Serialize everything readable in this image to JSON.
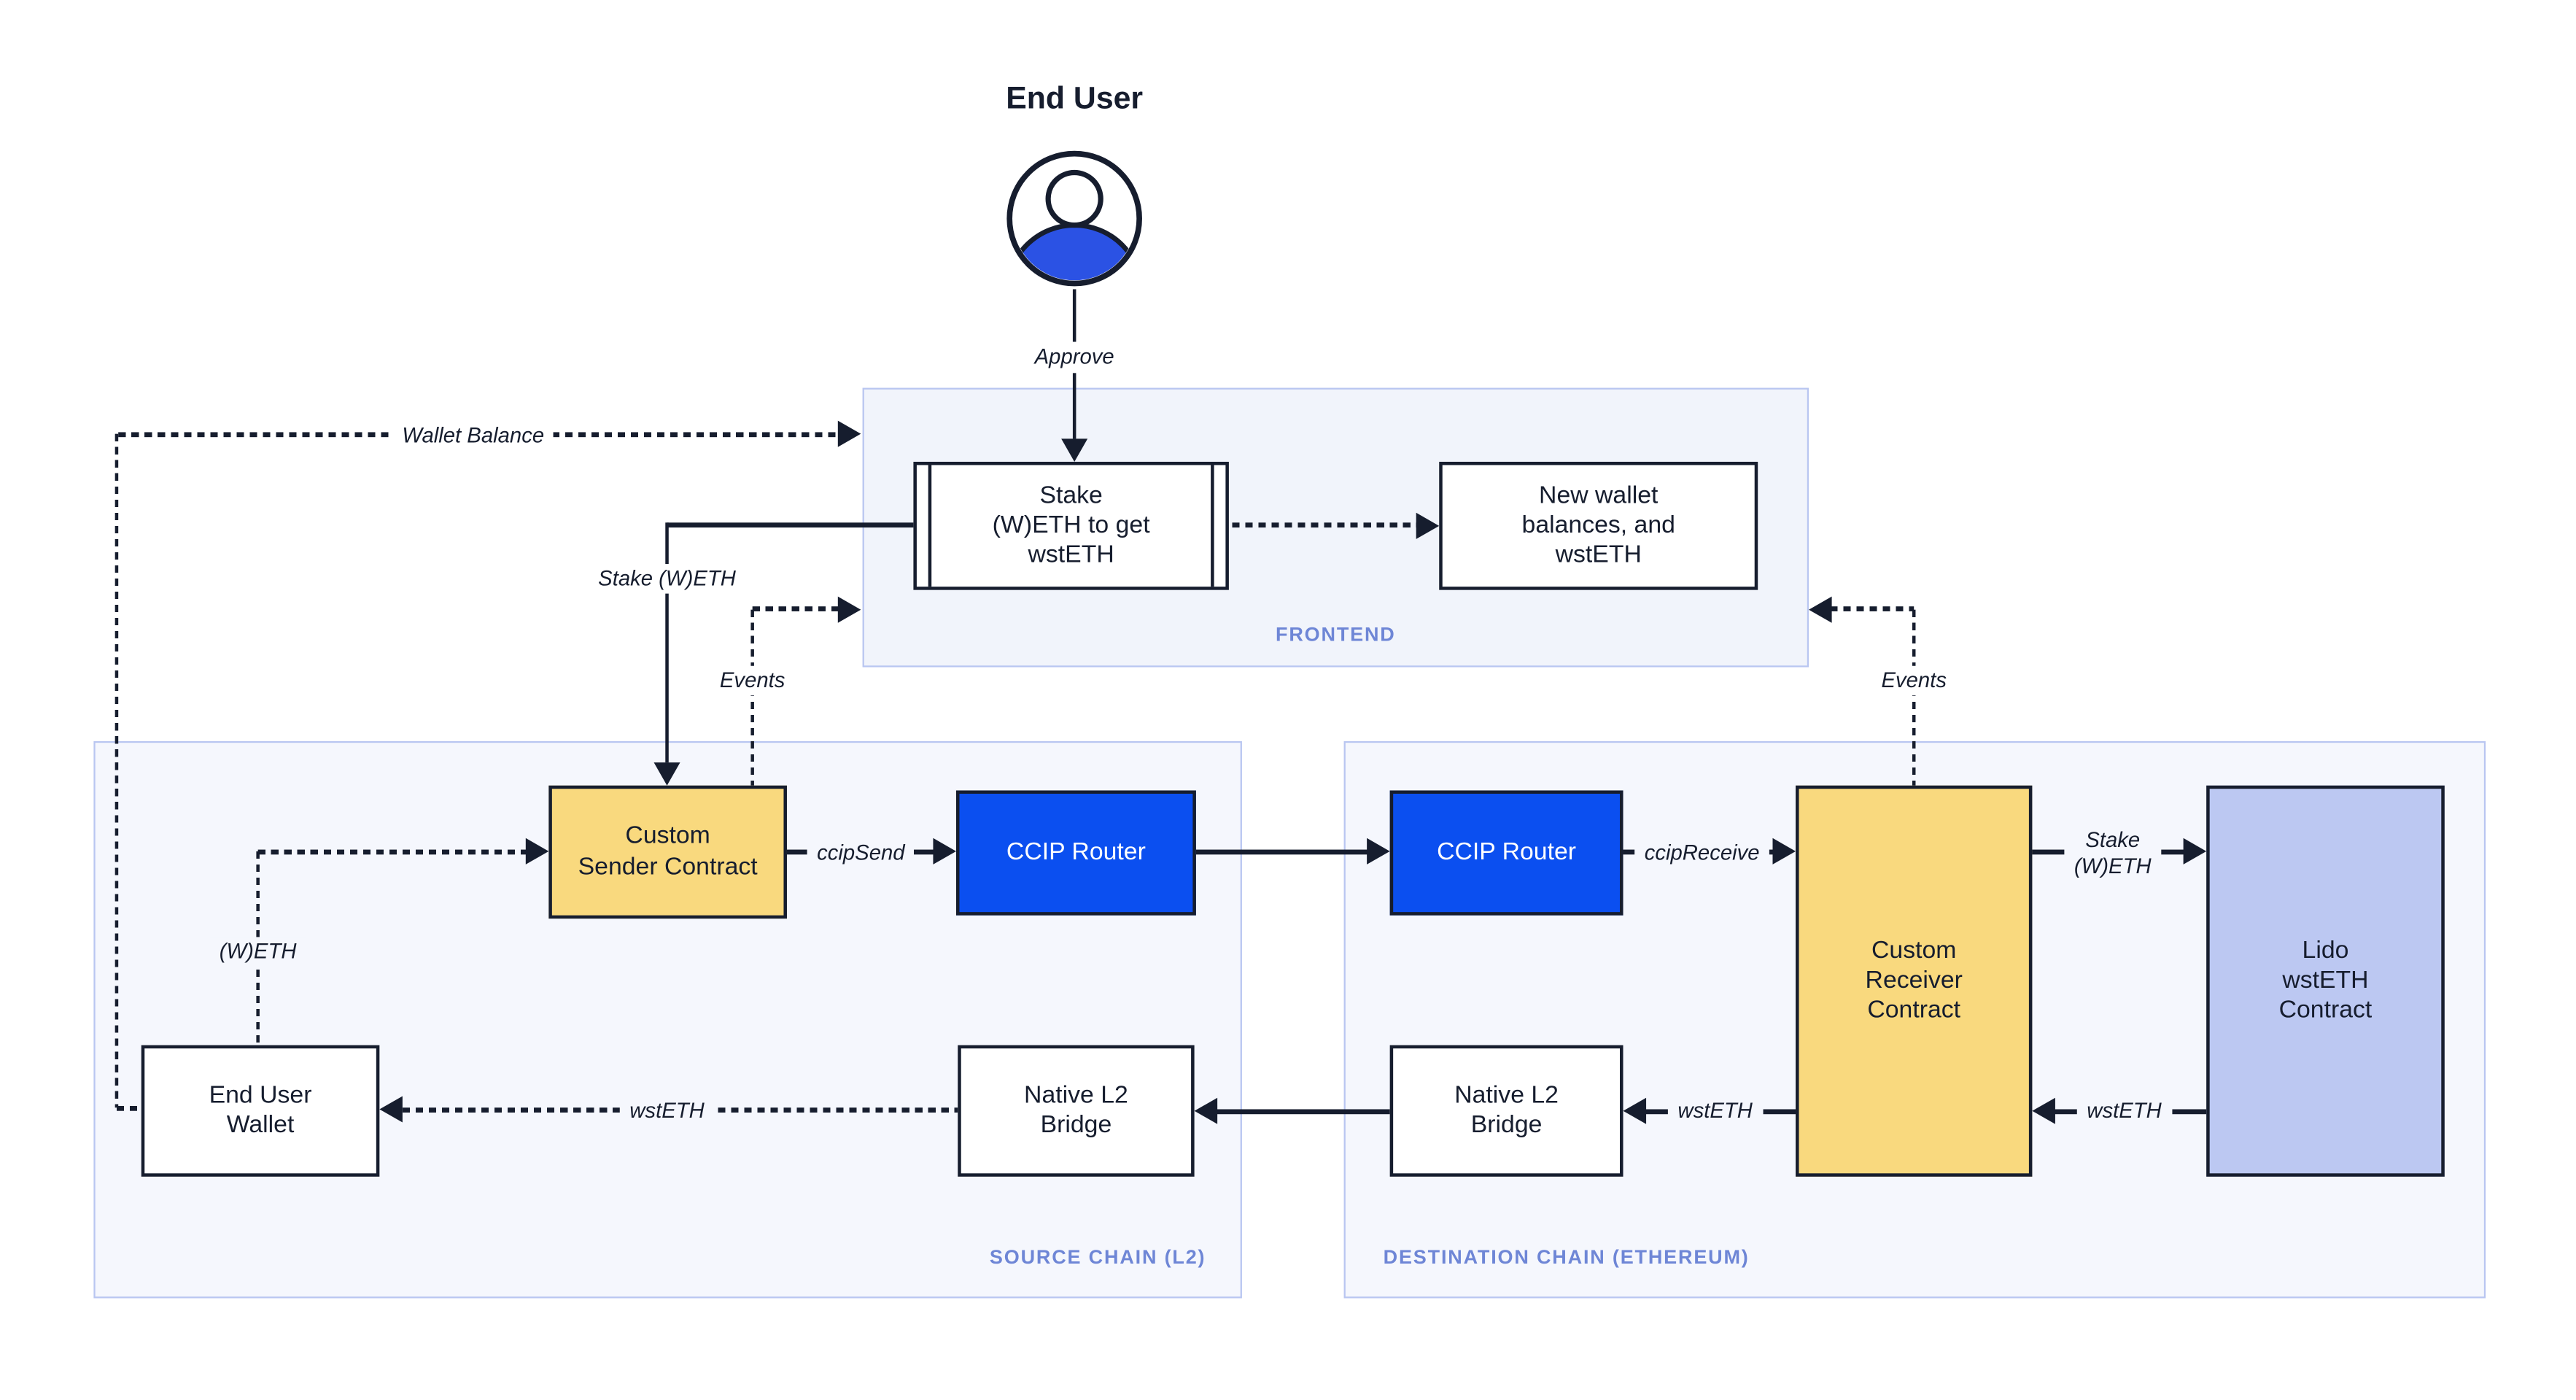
{
  "colors": {
    "ink": "#161D2E",
    "accent_blue": "#0B4FF0",
    "accent_yellow": "#F9D97E",
    "accent_periwinkle": "#BCC8F2",
    "container_border": "#B9C6F1",
    "frontend_fill": "#F1F4FB",
    "chain_fill": "#F5F7FD",
    "container_label": "#6E86D6",
    "avatar_blue": "#2B52E4",
    "canvas_bg": "#FFFFFF"
  },
  "end_user": {
    "title": "End User",
    "action_label": "Approve"
  },
  "frontend": {
    "label": "FRONTEND",
    "stake_box": "Stake\n(W)ETH to get\nwstETH",
    "wallet_box": "New wallet\nbalances, and\nwstETH"
  },
  "source_chain": {
    "label": "SOURCE CHAIN (L2)",
    "sender": "Custom\nSender Contract",
    "router": "CCIP Router",
    "wallet": "End User\nWallet",
    "bridge": "Native L2\nBridge"
  },
  "destination_chain": {
    "label": "DESTINATION CHAIN (ETHEREUM)",
    "router": "CCIP Router",
    "receiver": "Custom\nReceiver\nContract",
    "lido": "Lido\nwstETH\nContract",
    "bridge": "Native L2\nBridge"
  },
  "edges": {
    "wallet_balance": "Wallet Balance",
    "stake_weth": "Stake (W)ETH",
    "events_left": "Events",
    "events_right": "Events",
    "ccip_send": "ccipSend",
    "ccip_receive": "ccipReceive",
    "stake_weth_dest": "Stake\n(W)ETH",
    "wsteth_lido_to_receiver": "wstETH",
    "wsteth_receiver_to_bridge": "wstETH",
    "wsteth_bridge_to_wallet": "wstETH",
    "weth": "(W)ETH"
  }
}
